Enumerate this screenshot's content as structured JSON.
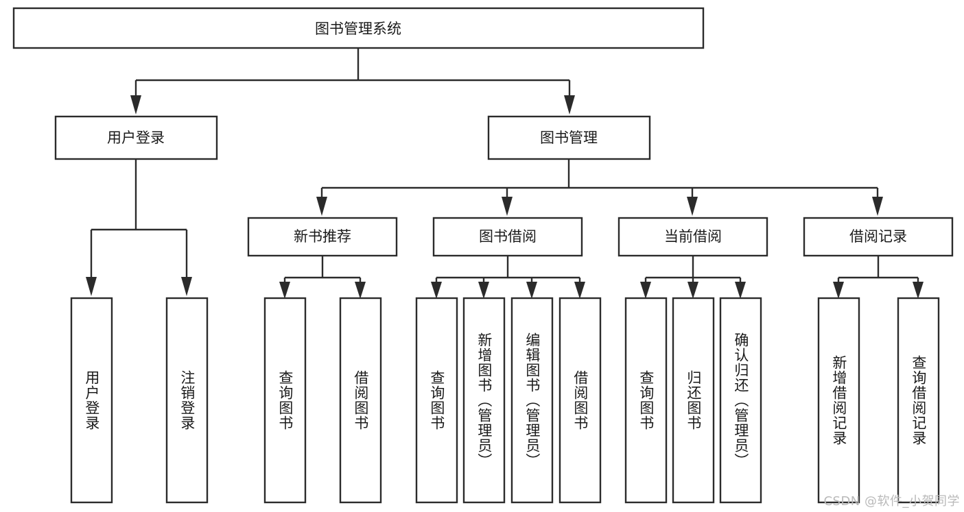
{
  "diagram": {
    "title": "图书管理系统",
    "type": "tree-hierarchy",
    "watermark": "CSDN @软件_小贺同学",
    "colors": {
      "background": "#ffffff",
      "stroke": "#2b2b2b",
      "text": "#1a1a1a",
      "watermark": "#b9b9b9"
    },
    "root": {
      "label": "图书管理系统"
    },
    "level1": [
      {
        "label": "用户登录"
      },
      {
        "label": "图书管理"
      }
    ],
    "level2": [
      {
        "label": "新书推荐"
      },
      {
        "label": "图书借阅"
      },
      {
        "label": "当前借阅"
      },
      {
        "label": "借阅记录"
      }
    ],
    "leaves": {
      "user_login": [
        {
          "label": "用户登录"
        },
        {
          "label": "注销登录"
        }
      ],
      "new_book_recommend": [
        {
          "label": "查询图书"
        },
        {
          "label": "借阅图书"
        }
      ],
      "book_borrow": [
        {
          "label": "查询图书"
        },
        {
          "label": "新增图书（管理员）"
        },
        {
          "label": "编辑图书（管理员）"
        },
        {
          "label": "借阅图书"
        }
      ],
      "current_borrow": [
        {
          "label": "查询图书"
        },
        {
          "label": "归还图书"
        },
        {
          "label": "确认归还（管理员）"
        }
      ],
      "borrow_record": [
        {
          "label": "新增借阅记录"
        },
        {
          "label": "查询借阅记录"
        }
      ]
    }
  }
}
